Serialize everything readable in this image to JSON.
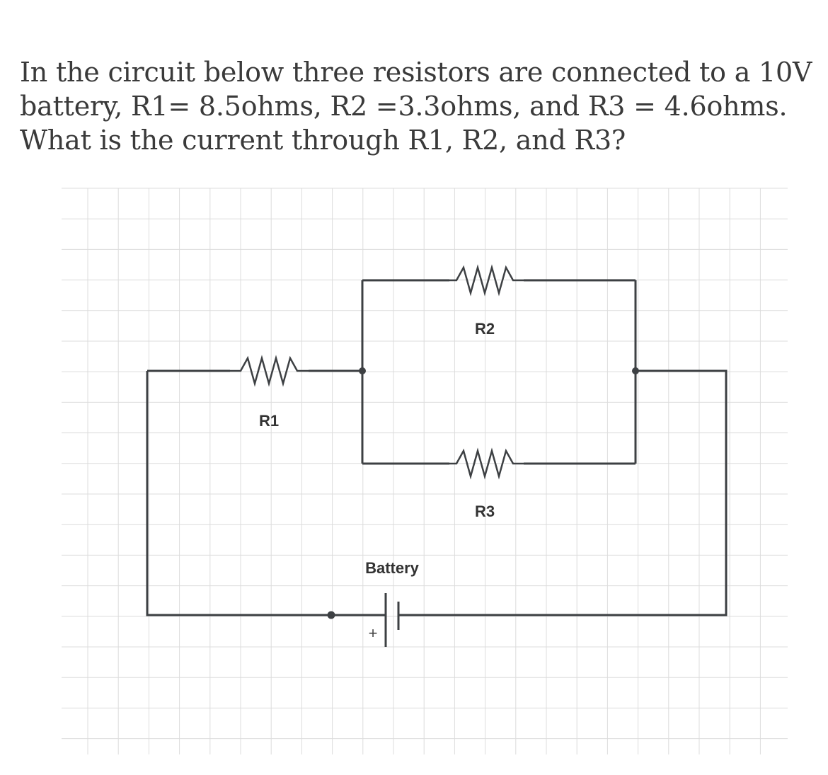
{
  "question": {
    "line1": "In the circuit below three resistors are connected to a 10V",
    "line2": "battery,  R1= 8.5ohms, R2 =3.3ohms, and R3 = 4.6ohms.",
    "line3": "What is the current through R1, R2, and R3?"
  },
  "diagram": {
    "labels": {
      "r1": "R1",
      "r2": "R2",
      "r3": "R3",
      "battery": "Battery",
      "battery_plus": "+"
    },
    "colors": {
      "wire": "#3d4043",
      "grid": "#dcdcdc",
      "text": "#333333"
    }
  }
}
